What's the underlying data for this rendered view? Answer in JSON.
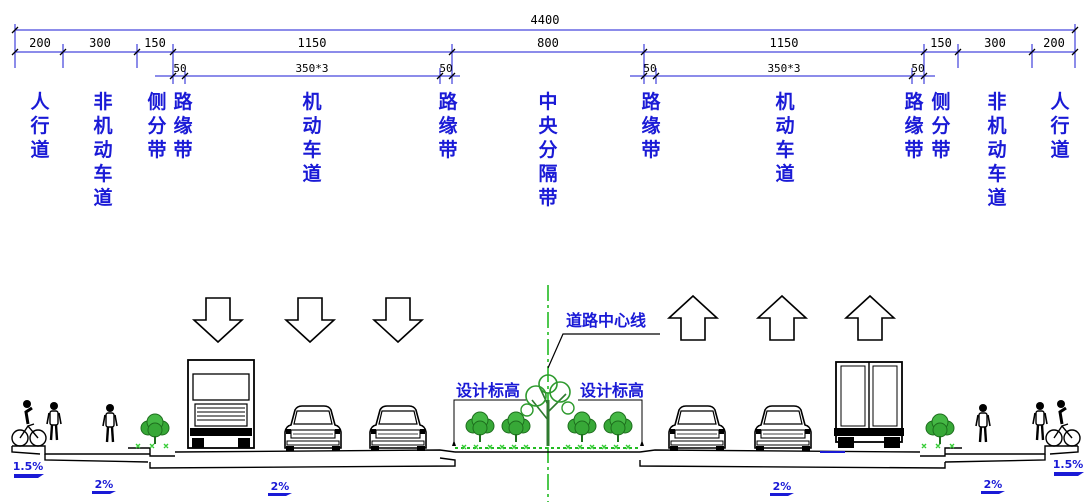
{
  "dimensions": {
    "total": "4400",
    "left": {
      "sidewalk": "200",
      "nonmotor": "300",
      "side_divider": "150",
      "carriageway": "1150",
      "curb_outer": "50",
      "lanes": "350*3",
      "curb_inner": "50"
    },
    "median": "800",
    "right": {
      "carriageway": "1150",
      "curb_inner": "50",
      "lanes": "350*3",
      "curb_outer": "50",
      "side_divider": "150",
      "nonmotor": "300",
      "sidewalk": "200"
    }
  },
  "zones": [
    {
      "id": "sidewalk-left",
      "label": "人行道"
    },
    {
      "id": "nonmotor-left",
      "label": "非机动车道"
    },
    {
      "id": "side-divider-left",
      "label": "侧分带"
    },
    {
      "id": "curb-left-outer",
      "label": "路缘带"
    },
    {
      "id": "carriageway-left",
      "label": "机动车道"
    },
    {
      "id": "curb-left-inner",
      "label": "路缘带"
    },
    {
      "id": "median",
      "label": "中央分隔带"
    },
    {
      "id": "curb-right-inner",
      "label": "路缘带"
    },
    {
      "id": "carriageway-right",
      "label": "机动车道"
    },
    {
      "id": "curb-right-outer",
      "label": "路缘带"
    },
    {
      "id": "side-divider-right",
      "label": "侧分带"
    },
    {
      "id": "nonmotor-right",
      "label": "非机动车道"
    },
    {
      "id": "sidewalk-right",
      "label": "人行道"
    }
  ],
  "annotations": {
    "centerline": "道路中心线",
    "design_elevation_left": "设计标高",
    "design_elevation_right": "设计标高"
  },
  "slopes": {
    "sidewalk_left": "1.5%",
    "nonmotor_left": "2%",
    "carriageway_left": "2%",
    "carriageway_right": "2%",
    "nonmotor_right": "2%",
    "sidewalk_right": "1.5%"
  },
  "icons": {
    "traffic_arrows_left": "arrow-down-outline",
    "traffic_arrows_right": "arrow-up-outline",
    "vehicles": "car-front, truck-front, truck-rear",
    "people": "cyclist, pedestrian",
    "vegetation": "shrub, tree"
  },
  "colors": {
    "label_blue": "#1a1ad6",
    "centerline_green": "#22bb22",
    "dimension_line": "#1a1ad6",
    "ground_line": "#000000",
    "plant_green": "#2e9a2e"
  }
}
